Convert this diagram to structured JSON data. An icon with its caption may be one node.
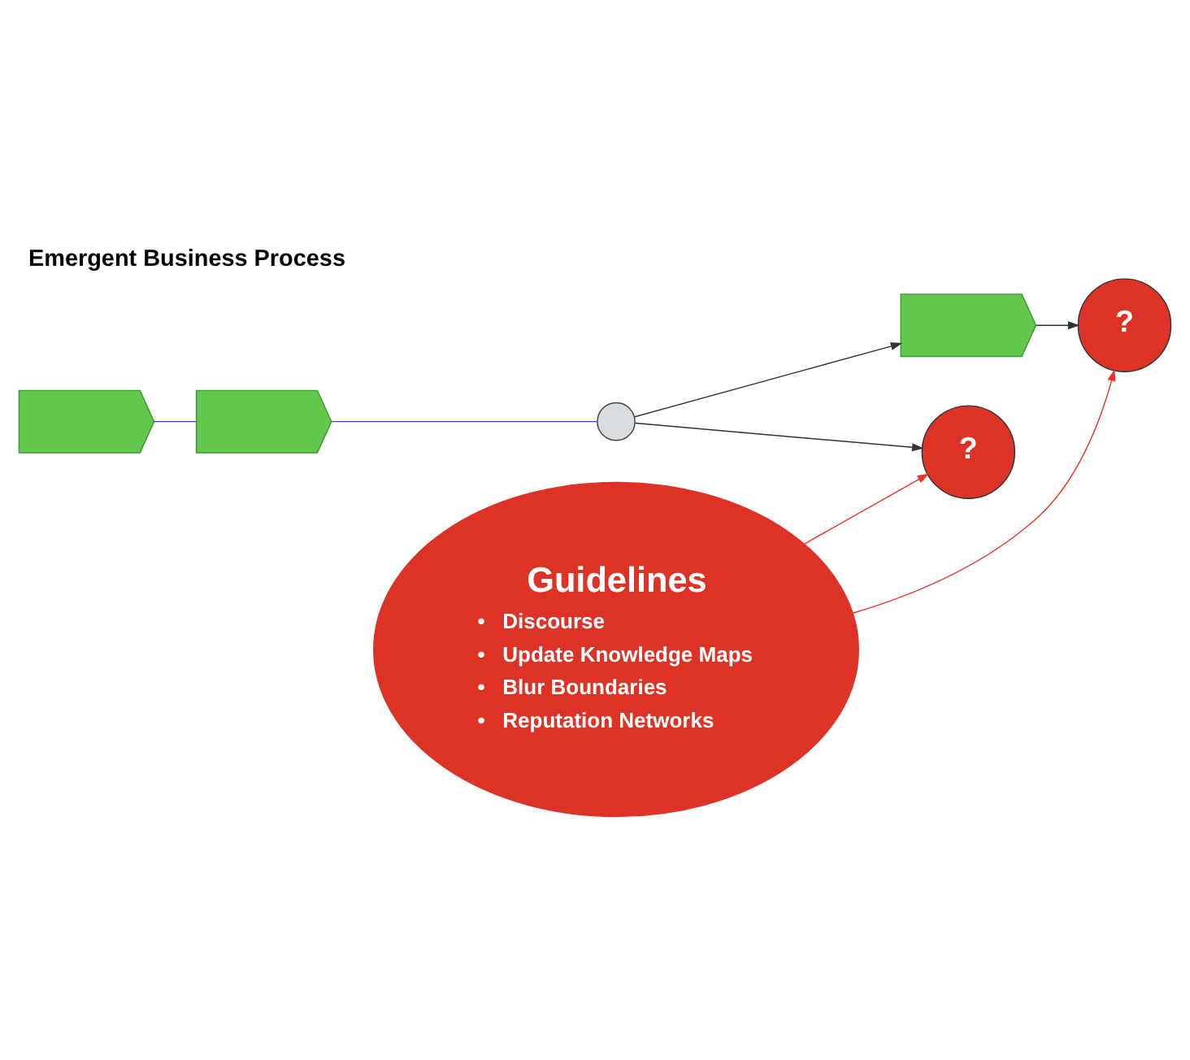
{
  "diagram": {
    "title": "Emergent Business Process",
    "nodes": [
      {
        "text": [],
        "shape": "pentagon"
      },
      {
        "text": [],
        "shape": "pentagon"
      },
      {
        "text": [],
        "shape": "circle"
      },
      {
        "text": [],
        "shape": "pentagon"
      },
      {
        "text": [
          "?"
        ]
      },
      {
        "text": [
          "?"
        ]
      },
      {
        "text": [
          "Guidelines",
          "•   Discourse",
          "•   Update Knowledge Maps",
          "•   Blur Boundaries",
          "•   Reputation Networks"
        ]
      }
    ],
    "edges": [
      {
        "from": 0,
        "to": 1,
        "arrow": "none",
        "color": "#4444cc"
      },
      {
        "from": 1,
        "to": 2,
        "arrow": "none",
        "color": "#4444cc"
      },
      {
        "from": 2,
        "to": 3,
        "arrow": "to"
      },
      {
        "from": 2,
        "to": 5,
        "arrow": "to"
      },
      {
        "from": 3,
        "to": 4,
        "arrow": "to"
      },
      {
        "from": 6,
        "to": 5,
        "arrow": "to",
        "color": "#e8342a"
      },
      {
        "from": 6,
        "to": 4,
        "arrow": "to",
        "color": "#e8342a"
      }
    ]
  }
}
